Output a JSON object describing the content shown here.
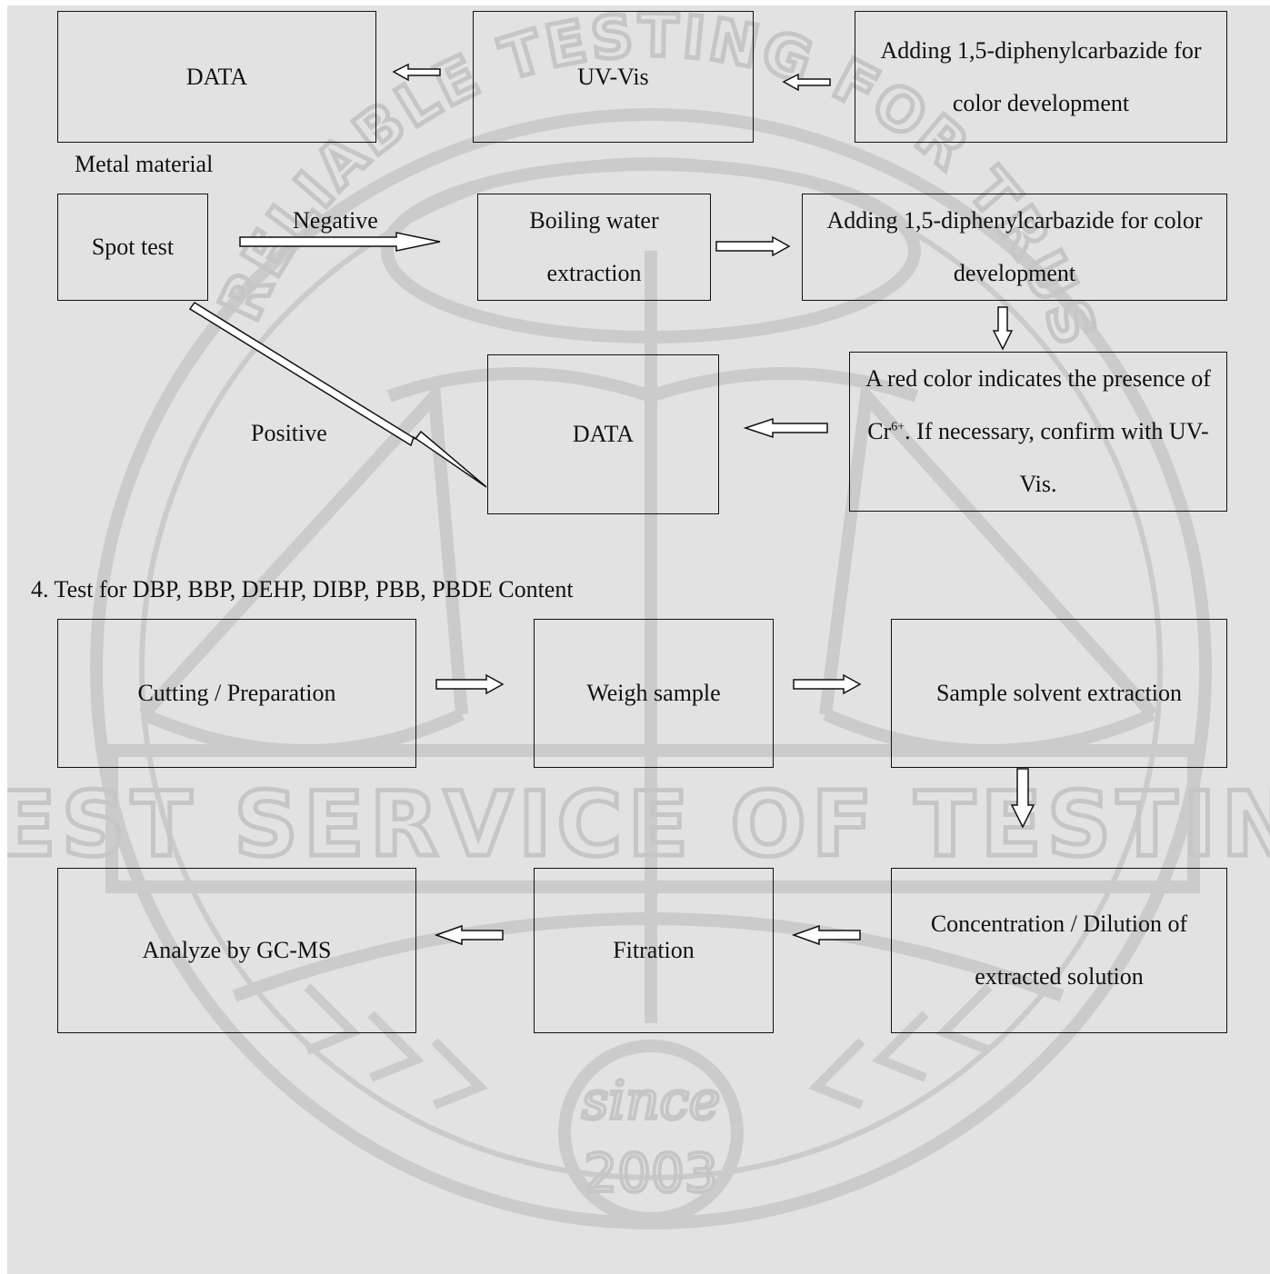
{
  "watermark": {
    "top_arc": "A RELIABLE TESTING FOR TRUST",
    "banner": "BEST SERVICE OF TESTING",
    "since": "since",
    "year": "2003"
  },
  "section3": {
    "box_data_top": "DATA",
    "box_uvvis": "UV-Vis",
    "box_adding_top": "Adding 1,5-diphenylcarbazide for color development",
    "metal_material": "Metal material",
    "box_spot_test": "Spot test",
    "negative_label": "Negative",
    "box_boiling": "Boiling water extraction",
    "box_adding_mid": "Adding 1,5-diphenylcarbazide for color development",
    "positive_label": "Positive",
    "box_data_mid": "DATA",
    "box_red_color": {
      "pre": "A red color indicates the presence of Cr",
      "sup": "6+",
      "post": ". If necessary, confirm with UV-Vis."
    }
  },
  "section4": {
    "heading": "4. Test for DBP, BBP, DEHP, DIBP, PBB, PBDE Content",
    "box_cutting": "Cutting / Preparation",
    "box_weigh": "Weigh sample",
    "box_extraction": "Sample solvent extraction",
    "box_concentration": "Concentration / Dilution of extracted solution",
    "box_filtration": "Fitration",
    "box_gcms": "Analyze by GC-MS"
  },
  "colors": {
    "background": "#e2e2e2",
    "watermark": "#c8c8c8",
    "border": "#111111"
  }
}
